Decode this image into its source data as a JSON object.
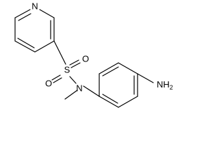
{
  "molecule": {
    "atoms": {
      "pyridine_n": "N",
      "sulfur": "S",
      "oxygen_top": "O",
      "oxygen_bottom": "O",
      "sulfonamide_n": "N",
      "amine": "NH",
      "amine_subscript": "2"
    }
  }
}
